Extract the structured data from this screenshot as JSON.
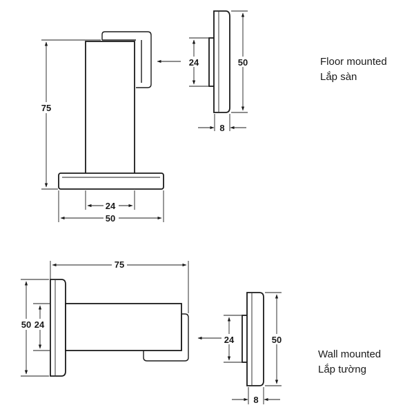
{
  "floor": {
    "caption_en": "Floor mounted",
    "caption_vi": "Lắp sàn",
    "dims": {
      "height": "75",
      "base_width": "50",
      "post_width": "24",
      "plate_height": "50",
      "plate_inner": "24",
      "plate_depth": "8"
    }
  },
  "wall": {
    "caption_en": "Wall mounted",
    "caption_vi": "Lắp tường",
    "dims": {
      "length": "75",
      "plate_height": "50",
      "plate_inner": "24",
      "side_plate_height": "50",
      "side_plate_inner": "24",
      "side_depth": "8"
    }
  }
}
